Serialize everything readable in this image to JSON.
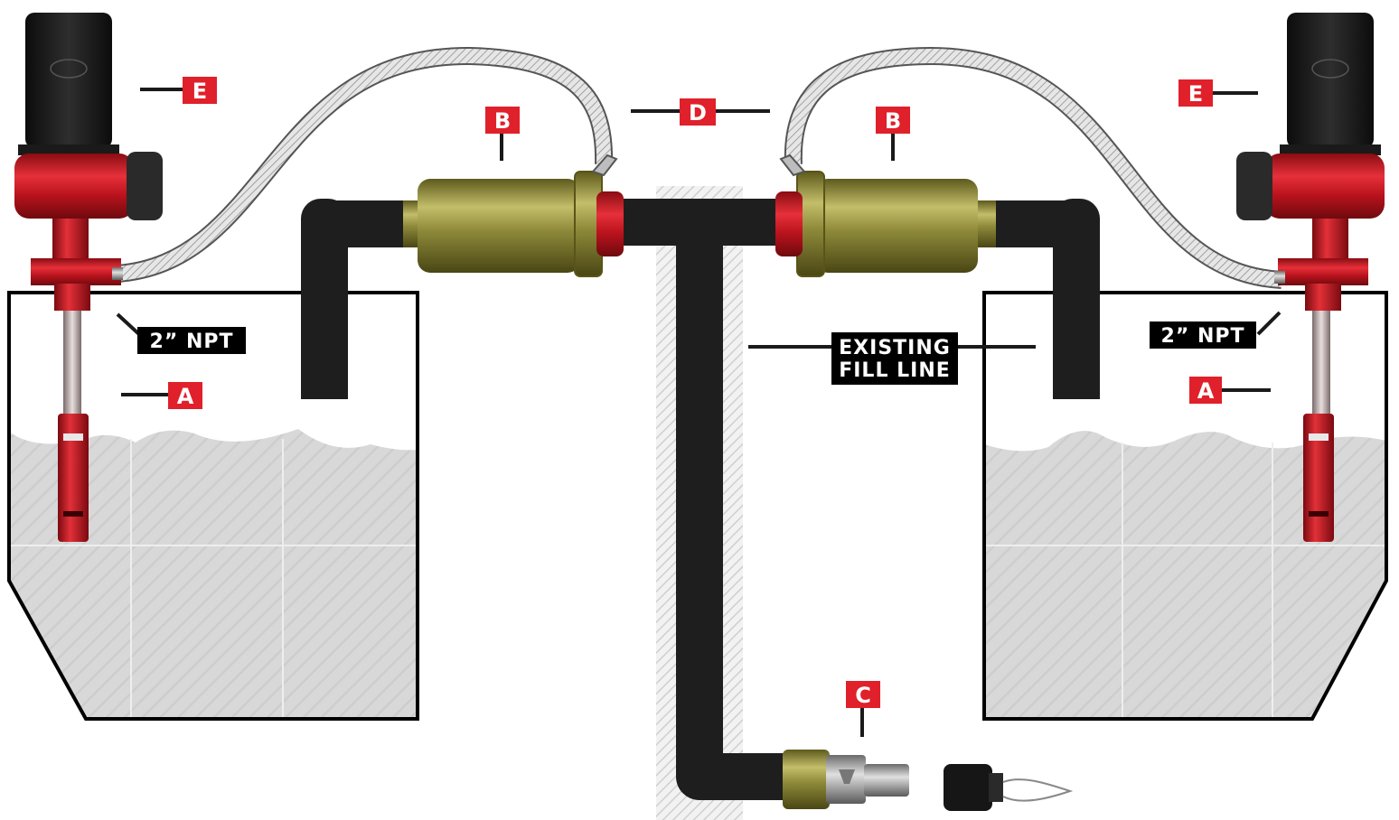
{
  "labels": {
    "A_left": "A",
    "A_right": "A",
    "B_left": "B",
    "B_right": "B",
    "C": "C",
    "D": "D",
    "E_left": "E",
    "E_right": "E",
    "npt_left": "2” NPT",
    "npt_right": "2” NPT",
    "fill_line_1": "EXISTING",
    "fill_line_2": "FILL LINE"
  },
  "colors": {
    "label_red": "#e0202a",
    "label_black": "#000000",
    "pipe": "#1e1e1e",
    "tank_outline": "#000000",
    "liquid": "#d6d6d6",
    "valve_red": "#c8141e",
    "filter_body": "#8a8a3a",
    "filter_cap": "#1a1a1a",
    "hose": "#dcdcdc"
  }
}
